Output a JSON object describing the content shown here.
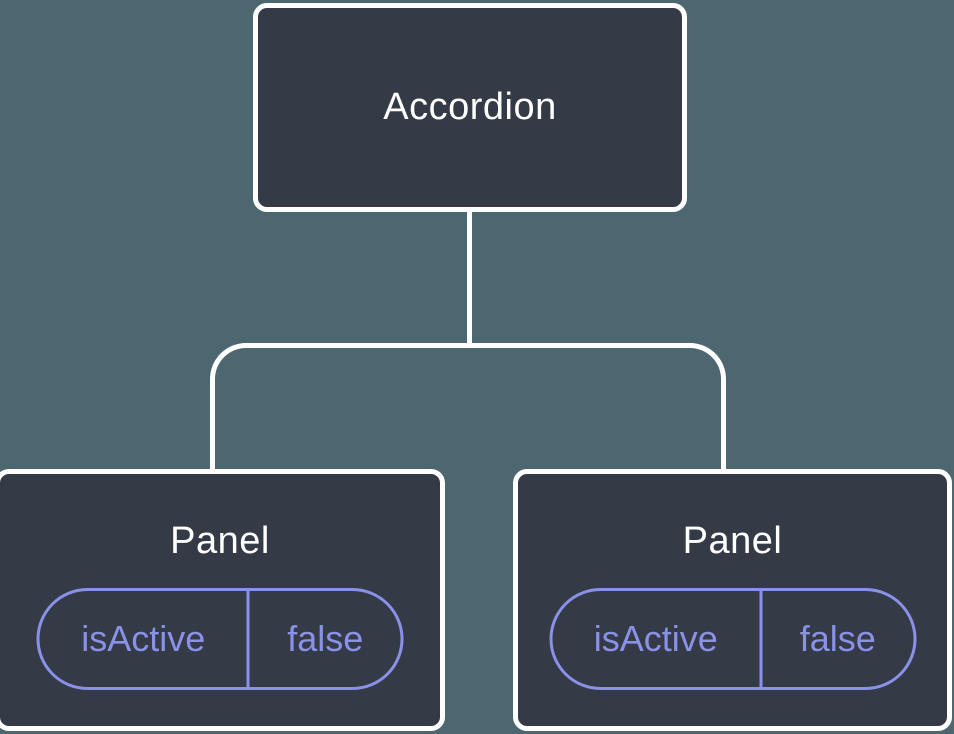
{
  "colors": {
    "background": "#4d6770",
    "node_fill": "#343a46",
    "node_border": "#ffffff",
    "accent": "#8a91e8",
    "text": "#ffffff"
  },
  "tree": {
    "root": {
      "label": "Accordion"
    },
    "children": [
      {
        "label": "Panel",
        "prop_name": "isActive",
        "prop_value": "false"
      },
      {
        "label": "Panel",
        "prop_name": "isActive",
        "prop_value": "false"
      }
    ]
  }
}
